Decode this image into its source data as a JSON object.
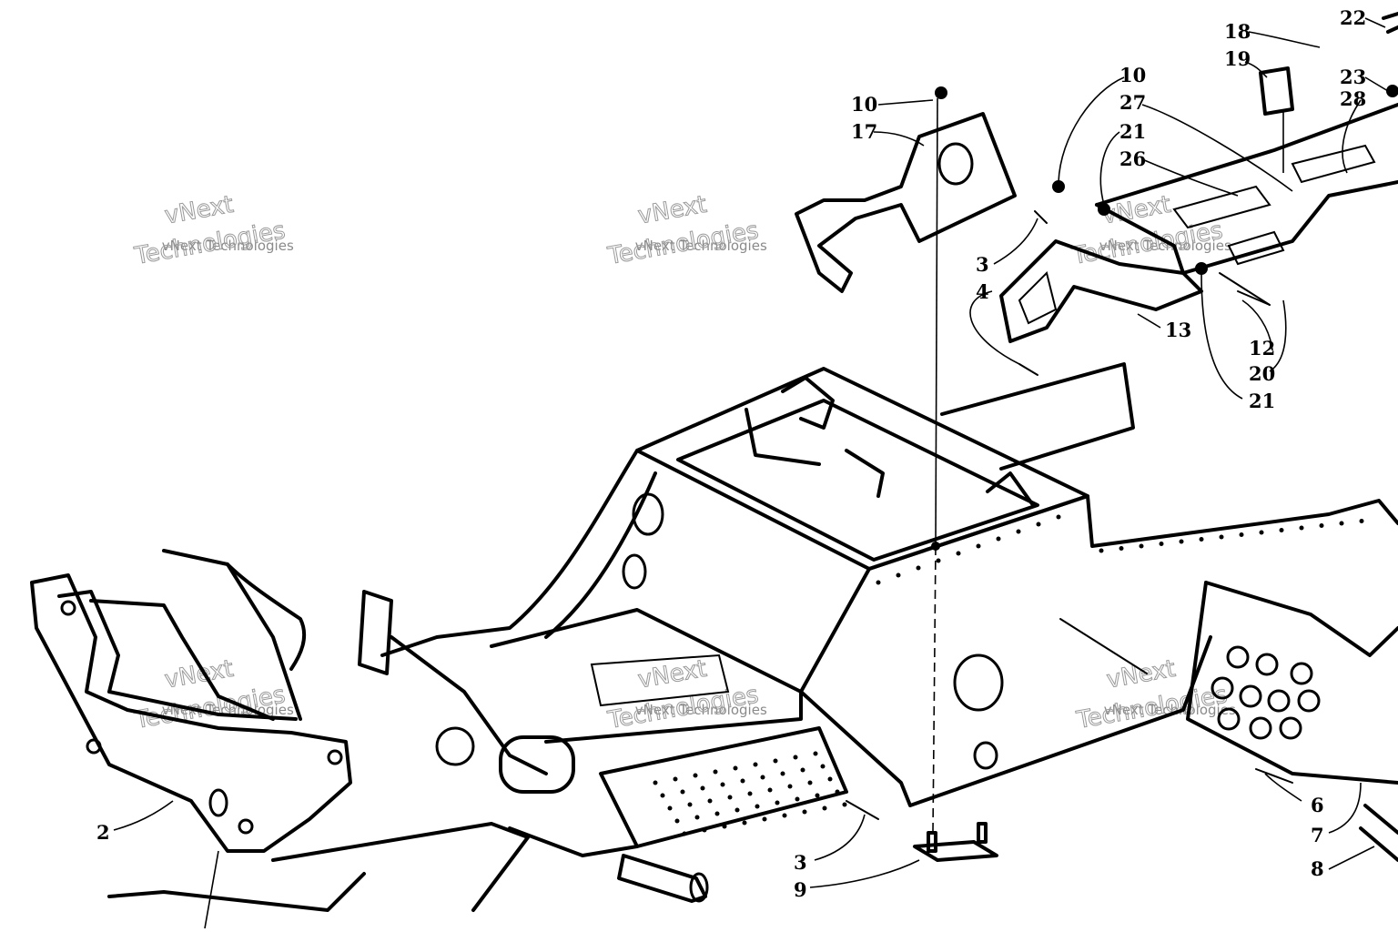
{
  "callouts": [
    {
      "id": "c2",
      "text": "2"
    },
    {
      "id": "c3a",
      "text": "3"
    },
    {
      "id": "c3b",
      "text": "3"
    },
    {
      "id": "c4",
      "text": "4"
    },
    {
      "id": "c6",
      "text": "6"
    },
    {
      "id": "c7",
      "text": "7"
    },
    {
      "id": "c8",
      "text": "8"
    },
    {
      "id": "c9",
      "text": "9"
    },
    {
      "id": "c10a",
      "text": "10"
    },
    {
      "id": "c10b",
      "text": "10"
    },
    {
      "id": "c12",
      "text": "12"
    },
    {
      "id": "c13",
      "text": "13"
    },
    {
      "id": "c17",
      "text": "17"
    },
    {
      "id": "c18",
      "text": "18"
    },
    {
      "id": "c19",
      "text": "19"
    },
    {
      "id": "c20",
      "text": "20"
    },
    {
      "id": "c21a",
      "text": "21"
    },
    {
      "id": "c21b",
      "text": "21"
    },
    {
      "id": "c22",
      "text": "22"
    },
    {
      "id": "c23",
      "text": "23"
    },
    {
      "id": "c26",
      "text": "26"
    },
    {
      "id": "c27",
      "text": "27"
    },
    {
      "id": "c28",
      "text": "28"
    }
  ],
  "watermark": {
    "line1": "vNext Technologies",
    "line2": "vNext",
    "line3": "Technologies"
  }
}
